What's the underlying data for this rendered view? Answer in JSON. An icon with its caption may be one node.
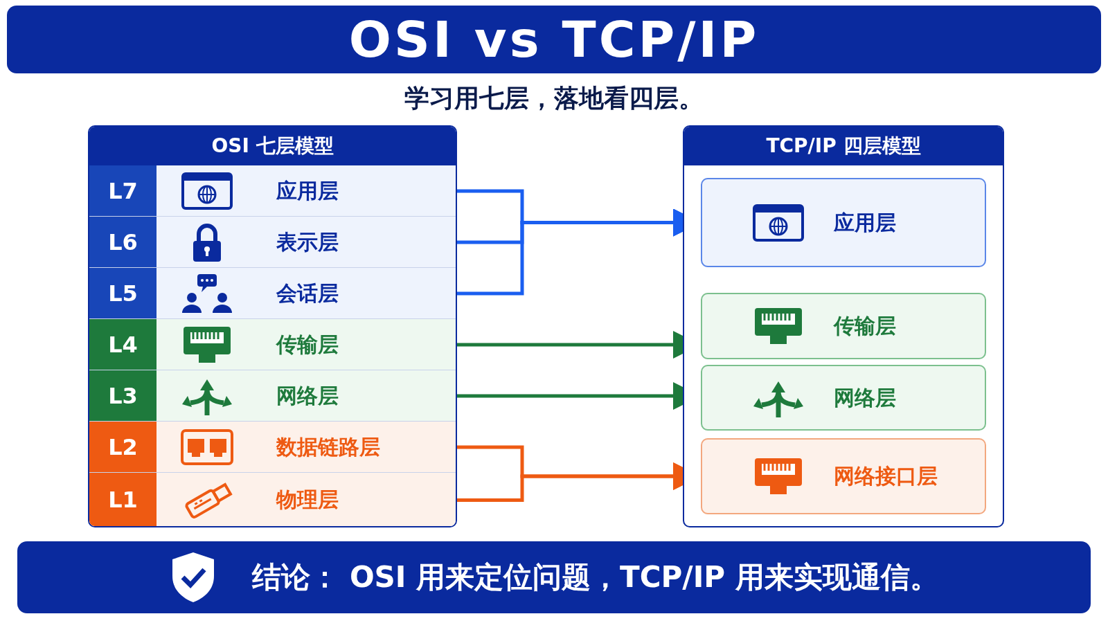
{
  "diagram": {
    "title": "OSI vs TCP/IP",
    "caption": "结论： OSI 用来定位问题，TCP/IP 用来实现通信。",
    "nodes": [
      {
        "text": [
          "OSI 七层模型"
        ]
      },
      {
        "text": [
          "L7",
          "应用层"
        ],
        "in": 0
      },
      {
        "text": [
          "L6",
          "表示层"
        ],
        "in": 0
      },
      {
        "text": [
          "L5",
          "会话层"
        ],
        "in": 0
      },
      {
        "text": [
          "L4",
          "传输层"
        ],
        "in": 0
      },
      {
        "text": [
          "L3",
          "网络层"
        ],
        "in": 0
      },
      {
        "text": [
          "L2",
          "数据链路层"
        ],
        "in": 0
      },
      {
        "text": [
          "L1",
          "物理层"
        ],
        "in": 0
      },
      {
        "text": [
          "TCP/IP 四层模型"
        ]
      },
      {
        "text": [
          "应用层"
        ],
        "in": 8
      },
      {
        "text": [
          "传输层"
        ],
        "in": 8
      },
      {
        "text": [
          "网络层"
        ],
        "in": 8
      },
      {
        "text": [
          "网络接口层"
        ],
        "in": 8
      }
    ],
    "edges": [
      {
        "from": 1,
        "to": 9,
        "arrow": "to",
        "color": "#1a5ef0"
      },
      {
        "from": 2,
        "to": 9,
        "arrow": "to",
        "color": "#1a5ef0"
      },
      {
        "from": 3,
        "to": 9,
        "arrow": "to",
        "color": "#1a5ef0"
      },
      {
        "from": 4,
        "to": 10,
        "arrow": "to",
        "color": "#1e7a3c"
      },
      {
        "from": 5,
        "to": 11,
        "arrow": "to",
        "color": "#1e7a3c"
      },
      {
        "from": 6,
        "to": 12,
        "arrow": "to",
        "color": "#ee5a12"
      },
      {
        "from": 7,
        "to": 12,
        "arrow": "to",
        "color": "#ee5a12"
      }
    ],
    "labels": [
      "学习用七层，落地看四层。"
    ]
  }
}
